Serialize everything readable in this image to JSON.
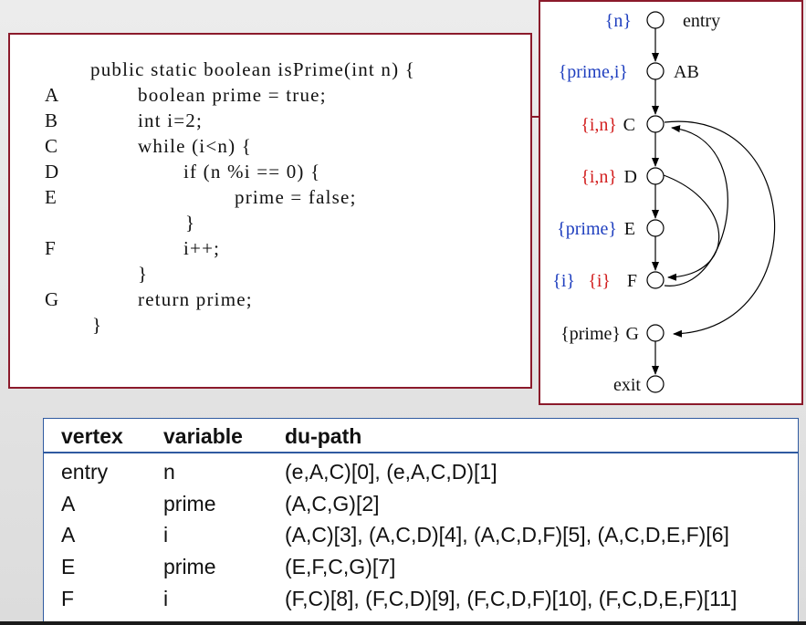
{
  "code": {
    "lines": [
      {
        "label": "",
        "text": "public static boolean isPrime(int n) {"
      },
      {
        "label": "A",
        "text": "boolean prime = true;"
      },
      {
        "label": "B",
        "text": "int i=2;"
      },
      {
        "label": "C",
        "text": "while (i<n) {"
      },
      {
        "label": "D",
        "text": "if (n %i == 0) {"
      },
      {
        "label": "E",
        "text": "prime = false;"
      },
      {
        "label": "",
        "text": "}"
      },
      {
        "label": "F",
        "text": "i++;"
      },
      {
        "label": "",
        "text": "}"
      },
      {
        "label": "G",
        "text": "return prime;"
      },
      {
        "label": "",
        "text": "}"
      }
    ]
  },
  "graph": {
    "nodes": [
      {
        "id": "entry",
        "name": "entry",
        "defs": "{n}",
        "uses": ""
      },
      {
        "id": "AB",
        "name": "AB",
        "defs": "{prime,i}",
        "uses": ""
      },
      {
        "id": "C",
        "name": "C",
        "defs": "",
        "uses": "{i,n}"
      },
      {
        "id": "D",
        "name": "D",
        "defs": "",
        "uses": "{i,n}"
      },
      {
        "id": "E",
        "name": "E",
        "defs": "{prime}",
        "uses": ""
      },
      {
        "id": "F",
        "name": "F",
        "defs": "{i}",
        "uses": "{i}"
      },
      {
        "id": "G",
        "name": "G",
        "defs": "",
        "uses": "{prime}"
      },
      {
        "id": "exit",
        "name": "exit",
        "defs": "",
        "uses": ""
      }
    ],
    "edges": [
      [
        "entry",
        "AB"
      ],
      [
        "AB",
        "C"
      ],
      [
        "C",
        "D"
      ],
      [
        "D",
        "E"
      ],
      [
        "E",
        "F"
      ],
      [
        "D",
        "F"
      ],
      [
        "F",
        "C"
      ],
      [
        "C",
        "G"
      ],
      [
        "G",
        "exit"
      ]
    ],
    "colors": {
      "defs": "#1f3fbf",
      "uses": "#d21f1f",
      "border": "#8b1a2b",
      "table_border": "#2f5aa0"
    }
  },
  "table": {
    "headers": [
      "vertex",
      "variable",
      "du-path"
    ],
    "rows": [
      [
        "entry",
        "n",
        "(e,A,C)[0], (e,A,C,D)[1]"
      ],
      [
        "A",
        "prime",
        "(A,C,G)[2]"
      ],
      [
        "A",
        "i",
        "(A,C)[3], (A,C,D)[4], (A,C,D,F)[5], (A,C,D,E,F)[6]"
      ],
      [
        "E",
        "prime",
        "(E,F,C,G)[7]"
      ],
      [
        "F",
        "i",
        "(F,C)[8], (F,C,D)[9], (F,C,D,F)[10], (F,C,D,E,F)[11]"
      ]
    ]
  }
}
